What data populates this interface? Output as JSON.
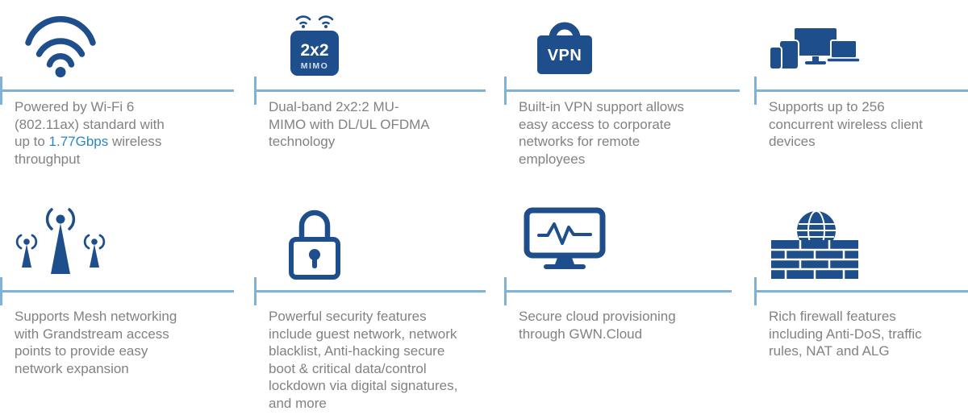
{
  "colors": {
    "icon": "#1f4e8c",
    "line": "#7fb2d9",
    "text": "#808285",
    "highlight": "#2e86c1"
  },
  "features": [
    {
      "icon": "wifi-icon",
      "text_before": "Powered by Wi-Fi 6 (802.11ax) standard with up to ",
      "highlight": "1.77Gbps",
      "text_after": " wireless throughput"
    },
    {
      "icon": "mimo-icon",
      "box_label": "2x2",
      "box_sublabel": "MIMO",
      "text": "Dual-band 2x2:2 MU-MIMO with DL/UL OFDMA technology"
    },
    {
      "icon": "vpn-icon",
      "badge_label": "VPN",
      "text": "Built-in VPN support allows easy access to corporate networks for remote employees"
    },
    {
      "icon": "devices-icon",
      "text": "Supports up to 256 concurrent wireless client devices"
    },
    {
      "icon": "mesh-icon",
      "text": "Supports Mesh networking with Grandstream access points to provide easy network expansion"
    },
    {
      "icon": "lock-icon",
      "text": "Powerful security features include guest network, network blacklist, Anti-hacking secure boot & critical data/control lockdown via digital signatures, and more"
    },
    {
      "icon": "cloud-monitor-icon",
      "text": "Secure cloud provisioning through GWN.Cloud"
    },
    {
      "icon": "firewall-icon",
      "text": "Rich firewall features including Anti-DoS, traffic rules, NAT and ALG"
    }
  ]
}
